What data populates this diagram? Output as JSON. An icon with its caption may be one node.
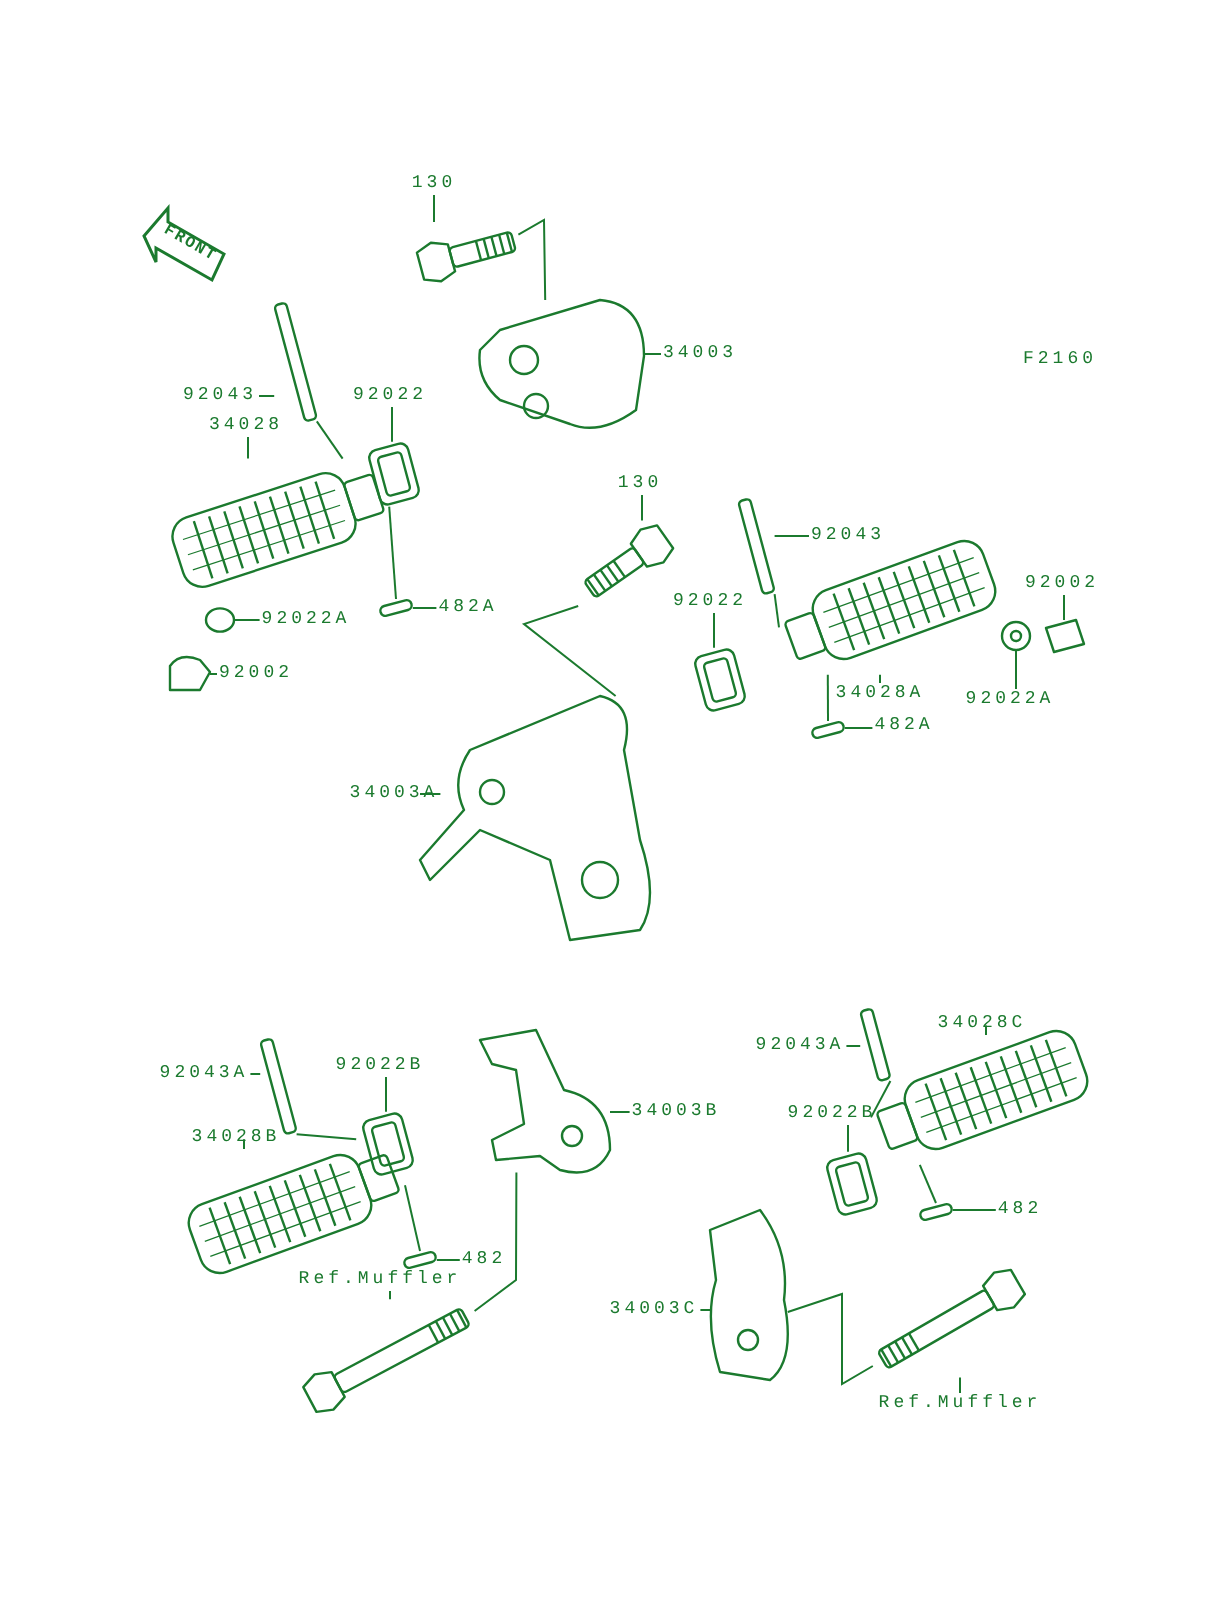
{
  "diagram": {
    "nodes": [
      {
        "text": [
          "130"
        ]
      },
      {
        "text": [
          "34003"
        ]
      },
      {
        "text": [
          "92043"
        ]
      },
      {
        "text": [
          "92022"
        ]
      },
      {
        "text": [
          "34028"
        ]
      },
      {
        "text": [
          "482A"
        ]
      },
      {
        "text": [
          "92022A"
        ]
      },
      {
        "text": [
          "92002"
        ]
      },
      {
        "text": [
          "130"
        ]
      },
      {
        "text": [
          "92043"
        ]
      },
      {
        "text": [
          "92022"
        ]
      },
      {
        "text": [
          "34028A"
        ]
      },
      {
        "text": [
          "92022A"
        ]
      },
      {
        "text": [
          "92002"
        ]
      },
      {
        "text": [
          "482A"
        ]
      },
      {
        "text": [
          "34003A"
        ]
      },
      {
        "text": [
          "92043A"
        ]
      },
      {
        "text": [
          "92022B"
        ]
      },
      {
        "text": [
          "34028B"
        ]
      },
      {
        "text": [
          "482"
        ]
      },
      {
        "text": [
          "34003B"
        ]
      },
      {
        "text": [
          "Ref.Muffler"
        ]
      },
      {
        "text": [
          "92043A"
        ]
      },
      {
        "text": [
          "34028C"
        ]
      },
      {
        "text": [
          "92022B"
        ]
      },
      {
        "text": [
          "482"
        ]
      },
      {
        "text": [
          "34003C"
        ]
      },
      {
        "text": [
          "Ref.Muffler"
        ]
      },
      {
        "text": [],
        "shape": "picture"
      },
      {
        "text": [],
        "shape": "picture"
      },
      {
        "text": [],
        "shape": "bar"
      },
      {
        "text": [],
        "shape": "picture"
      },
      {
        "text": [],
        "shape": "picture"
      },
      {
        "text": [],
        "shape": "bar"
      },
      {
        "text": [],
        "shape": "circle"
      },
      {
        "text": [],
        "shape": "picture"
      },
      {
        "text": [],
        "shape": "picture"
      },
      {
        "text": [],
        "shape": "bar"
      },
      {
        "text": [],
        "shape": "picture"
      },
      {
        "text": [],
        "shape": "picture"
      },
      {
        "text": [],
        "shape": "picture"
      },
      {
        "text": [],
        "shape": "picture"
      },
      {
        "text": [],
        "shape": "bar"
      },
      {
        "text": [],
        "shape": "picture"
      },
      {
        "text": [],
        "shape": "bar"
      },
      {
        "text": [],
        "shape": "picture"
      },
      {
        "text": [],
        "shape": "picture"
      },
      {
        "text": [],
        "shape": "bar"
      },
      {
        "text": [],
        "shape": "picture"
      },
      {
        "text": [],
        "shape": "picture"
      },
      {
        "text": [],
        "shape": "bar"
      },
      {
        "text": [],
        "shape": "picture"
      },
      {
        "text": [],
        "shape": "picture"
      },
      {
        "text": [],
        "shape": "bar"
      },
      {
        "text": [],
        "shape": "picture"
      },
      {
        "text": [],
        "shape": "picture"
      }
    ],
    "edges": [
      {
        "from": 0,
        "to": 28,
        "arrow": "none"
      },
      {
        "from": 1,
        "to": 29,
        "arrow": "none"
      },
      {
        "from": 2,
        "to": 30,
        "arrow": "none"
      },
      {
        "from": 3,
        "to": 31,
        "arrow": "none"
      },
      {
        "from": 4,
        "to": 32,
        "arrow": "none"
      },
      {
        "from": 5,
        "to": 33,
        "arrow": "none"
      },
      {
        "from": 6,
        "to": 34,
        "arrow": "none"
      },
      {
        "from": 7,
        "to": 35,
        "arrow": "none"
      },
      {
        "from": 8,
        "to": 36,
        "arrow": "none"
      },
      {
        "from": 9,
        "to": 37,
        "arrow": "none"
      },
      {
        "from": 10,
        "to": 38,
        "arrow": "none"
      },
      {
        "from": 11,
        "to": 39,
        "arrow": "none"
      },
      {
        "from": 12,
        "to": 40,
        "arrow": "none"
      },
      {
        "from": 13,
        "to": 41,
        "arrow": "none"
      },
      {
        "from": 14,
        "to": 42,
        "arrow": "none"
      },
      {
        "from": 15,
        "to": 43,
        "arrow": "none"
      },
      {
        "from": 16,
        "to": 44,
        "arrow": "none"
      },
      {
        "from": 17,
        "to": 45,
        "arrow": "none"
      },
      {
        "from": 18,
        "to": 46,
        "arrow": "none"
      },
      {
        "from": 19,
        "to": 47,
        "arrow": "none"
      },
      {
        "from": 20,
        "to": 48,
        "arrow": "none"
      },
      {
        "from": 21,
        "to": 49,
        "arrow": "none"
      },
      {
        "from": 22,
        "to": 50,
        "arrow": "none"
      },
      {
        "from": 23,
        "to": 51,
        "arrow": "none"
      },
      {
        "from": 24,
        "to": 52,
        "arrow": "none"
      },
      {
        "from": 25,
        "to": 53,
        "arrow": "none"
      },
      {
        "from": 26,
        "to": 54,
        "arrow": "none"
      },
      {
        "from": 27,
        "to": 55,
        "arrow": "none"
      },
      {
        "from": 28,
        "to": 29,
        "arrow": "none"
      },
      {
        "from": 30,
        "to": 32,
        "arrow": "none"
      },
      {
        "from": 32,
        "to": 33,
        "arrow": "none"
      },
      {
        "from": 36,
        "to": 43,
        "arrow": "none"
      },
      {
        "from": 37,
        "to": 39,
        "arrow": "none"
      },
      {
        "from": 39,
        "to": 42,
        "arrow": "none"
      },
      {
        "from": 44,
        "to": 46,
        "arrow": "none"
      },
      {
        "from": 46,
        "to": 47,
        "arrow": "none"
      },
      {
        "from": 49,
        "to": 48,
        "arrow": "none"
      },
      {
        "from": 50,
        "to": 51,
        "arrow": "none"
      },
      {
        "from": 51,
        "to": 53,
        "arrow": "none"
      },
      {
        "from": 55,
        "to": 54,
        "arrow": "none"
      }
    ],
    "labels": [
      "F2160",
      "FRONT"
    ]
  }
}
